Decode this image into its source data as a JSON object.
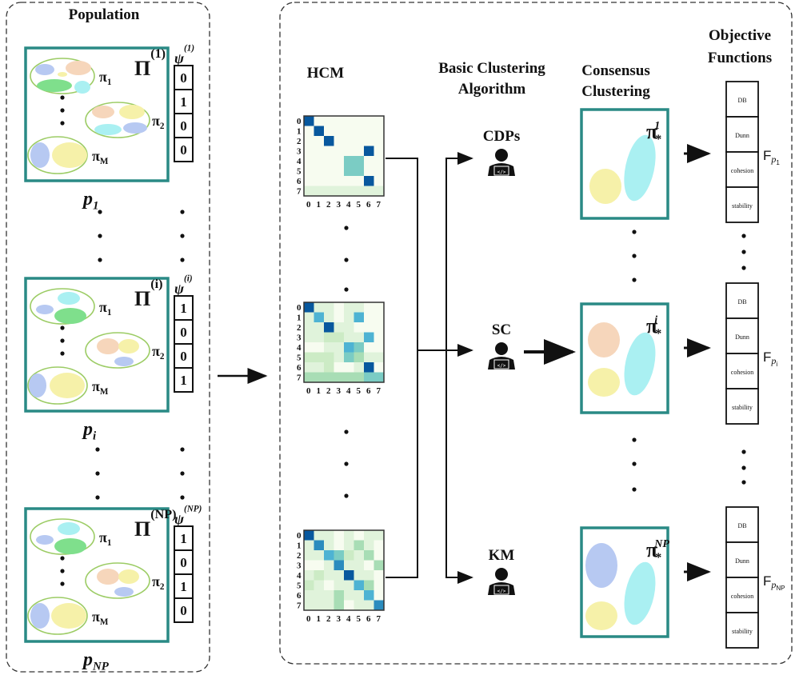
{
  "population": {
    "title": "Population",
    "individuals": [
      {
        "p_label": "p",
        "p_sub": "1",
        "pi_sup": "(1)",
        "psi_sup": "(1)",
        "psi": [
          "0",
          "1",
          "0",
          "0"
        ]
      },
      {
        "p_label": "p",
        "p_sub": "i",
        "pi_sup": "(i)",
        "psi_sup": "(i)",
        "psi": [
          "1",
          "0",
          "0",
          "1"
        ]
      },
      {
        "p_label": "p",
        "p_sub": "NP",
        "pi_sup": "(NP)",
        "psi_sup": "(NP)",
        "psi": [
          "1",
          "0",
          "1",
          "0"
        ]
      }
    ],
    "pi_symbol": "Π",
    "psi_symbol": "ψ",
    "partitions": [
      {
        "base": "π",
        "sub": "1"
      },
      {
        "base": "π",
        "sub": "2"
      },
      {
        "base": "π",
        "sub": "M"
      }
    ]
  },
  "headers": {
    "hcm": "HCM",
    "basic_line1": "Basic Clustering",
    "basic_line2": "Algorithm",
    "consensus_line1": "Consensus",
    "consensus_line2": "Clustering",
    "objective_line1": "Objective",
    "objective_line2": "Functions"
  },
  "hcm": {
    "tick_labels": [
      "0",
      "1",
      "2",
      "3",
      "4",
      "5",
      "6",
      "7"
    ],
    "matrices": [
      [
        [
          7,
          0,
          0,
          0,
          0,
          0,
          0,
          0
        ],
        [
          0,
          7,
          0,
          0,
          0,
          0,
          0,
          0
        ],
        [
          0,
          0,
          7,
          0,
          0,
          0,
          0,
          0
        ],
        [
          0,
          0,
          0,
          0,
          0,
          0,
          7,
          0
        ],
        [
          0,
          0,
          0,
          0,
          4,
          4,
          0,
          0
        ],
        [
          0,
          0,
          0,
          0,
          4,
          4,
          0,
          0
        ],
        [
          0,
          0,
          0,
          0,
          0,
          0,
          7,
          0
        ],
        [
          1,
          1,
          1,
          1,
          1,
          1,
          1,
          1
        ]
      ],
      [
        [
          7,
          1,
          1,
          0,
          1,
          1,
          0,
          0
        ],
        [
          1,
          5,
          1,
          0,
          1,
          5,
          0,
          0
        ],
        [
          1,
          1,
          7,
          1,
          1,
          0,
          0,
          0
        ],
        [
          1,
          1,
          2,
          2,
          1,
          1,
          5,
          0
        ],
        [
          0,
          0,
          1,
          1,
          5,
          4,
          0,
          0
        ],
        [
          2,
          2,
          2,
          1,
          4,
          3,
          1,
          1
        ],
        [
          1,
          1,
          2,
          0,
          0,
          1,
          7,
          0
        ],
        [
          3,
          3,
          3,
          3,
          3,
          3,
          4,
          4
        ]
      ],
      [
        [
          7,
          1,
          1,
          0,
          1,
          0,
          1,
          1
        ],
        [
          1,
          6,
          1,
          0,
          1,
          3,
          1,
          0
        ],
        [
          1,
          1,
          5,
          4,
          2,
          1,
          3,
          0
        ],
        [
          0,
          0,
          1,
          6,
          1,
          1,
          0,
          3
        ],
        [
          1,
          2,
          1,
          1,
          7,
          1,
          1,
          0
        ],
        [
          2,
          1,
          0,
          1,
          1,
          5,
          3,
          0
        ],
        [
          1,
          1,
          1,
          3,
          1,
          1,
          5,
          0
        ],
        [
          1,
          1,
          1,
          3,
          0,
          1,
          1,
          6
        ]
      ]
    ],
    "colorscale": [
      "#f7fcf0",
      "#e0f3db",
      "#ccebc5",
      "#a8ddb5",
      "#7bccc4",
      "#4eb3d3",
      "#2b8cbe",
      "#08589e"
    ]
  },
  "algorithms": [
    {
      "label": "CDPs",
      "icon": "programmer-icon"
    },
    {
      "label": "SC",
      "icon": "programmer-icon"
    },
    {
      "label": "KM",
      "icon": "programmer-icon"
    }
  ],
  "consensus": [
    {
      "base": "π",
      "sub": "*",
      "sup": "1"
    },
    {
      "base": "π",
      "sub": "*",
      "sup": "i"
    },
    {
      "base": "π",
      "sub": "*",
      "sup": "NP"
    }
  ],
  "objectives": {
    "cells": [
      "DB",
      "Dunn",
      "cohesion",
      "stability"
    ],
    "vectors": [
      {
        "label": "F",
        "sub": "p",
        "subsub": "1"
      },
      {
        "label": "F",
        "sub": "p",
        "subsub": "i"
      },
      {
        "label": "F",
        "sub": "p",
        "subsub": "NP"
      }
    ]
  },
  "colors": {
    "individual_border": "#2a8a85",
    "partition_outline": "#9ccc65",
    "blue": "#b7c9f2",
    "peach": "#f6d6bb",
    "green": "#7fdf8c",
    "cyan": "#aaf0f2",
    "yellow": "#f6f1a9"
  }
}
